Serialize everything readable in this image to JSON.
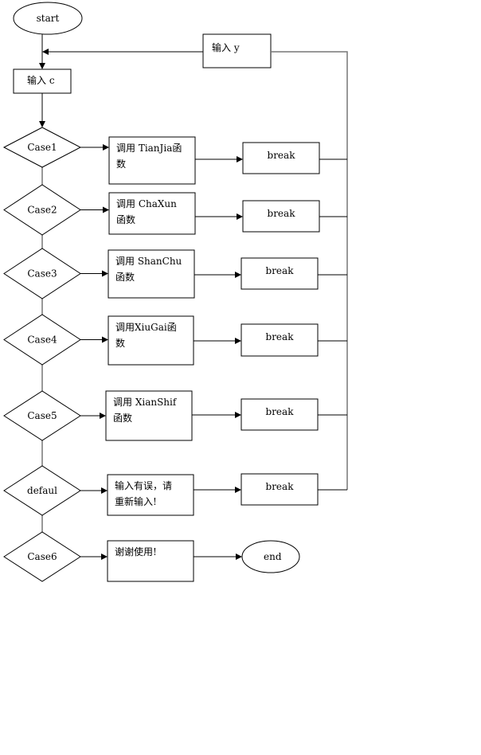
{
  "nodes": {
    "start": "start",
    "end": "end",
    "input_y": "输入 y",
    "input_c": "输入 c",
    "cases": [
      "Case1",
      "Case2",
      "Case3",
      "Case4",
      "Case5",
      "defaul",
      "Case6"
    ],
    "actions": [
      [
        "调用 TianJia函",
        "数"
      ],
      [
        "调用  ChaXun",
        "函数"
      ],
      [
        "调用  ShanChu",
        "函数"
      ],
      [
        "调用XiuGai函",
        "数"
      ],
      [
        "调用  XianShif",
        "函数"
      ],
      [
        "输入有误，请",
        "重新输入!"
      ],
      [
        "谢谢使用!",
        ""
      ]
    ],
    "break_label": "break"
  }
}
